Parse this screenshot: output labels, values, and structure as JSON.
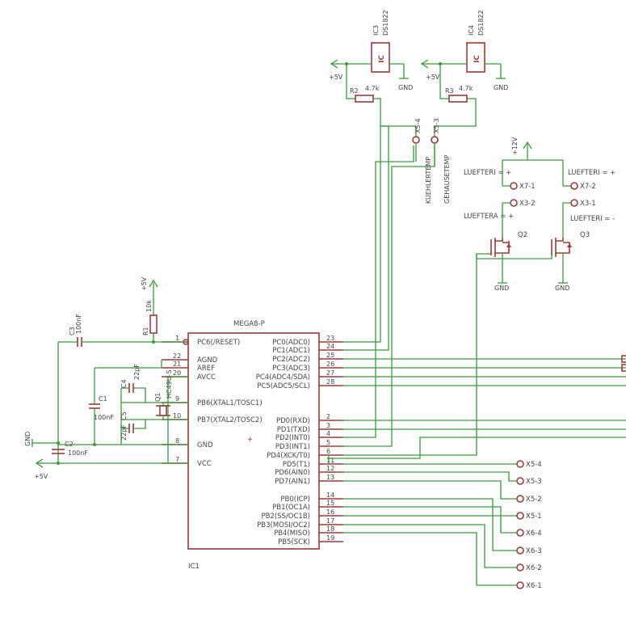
{
  "ic1": {
    "name": "IC1",
    "value": "MEGA8-P",
    "left_pins": [
      {
        "num": "1",
        "label": "PC6(/RESET)"
      },
      {
        "num": "22",
        "label": "AGND"
      },
      {
        "num": "21",
        "label": "AREF"
      },
      {
        "num": "20",
        "label": "AVCC"
      },
      {
        "num": "9",
        "label": "PB6(XTAL1/TOSC1)"
      },
      {
        "num": "10",
        "label": "PB7(XTAL2/TOSC2)"
      },
      {
        "num": "8",
        "label": "GND"
      },
      {
        "num": "7",
        "label": "VCC"
      }
    ],
    "right_pins": [
      {
        "num": "23",
        "label": "PC0(ADC0)"
      },
      {
        "num": "24",
        "label": "PC1(ADC1)"
      },
      {
        "num": "25",
        "label": "PC2(ADC2)"
      },
      {
        "num": "26",
        "label": "PC3(ADC3)"
      },
      {
        "num": "27",
        "label": "PC4(ADC4/SDA)"
      },
      {
        "num": "28",
        "label": "PC5(ADC5/SCL)"
      },
      {
        "num": "2",
        "label": "PD0(RXD)"
      },
      {
        "num": "3",
        "label": "PD1(TXD)"
      },
      {
        "num": "4",
        "label": "PD2(INT0)"
      },
      {
        "num": "5",
        "label": "PD3(INT1)"
      },
      {
        "num": "6",
        "label": "PD4(XCK/T0)"
      },
      {
        "num": "11",
        "label": "PD5(T1)"
      },
      {
        "num": "12",
        "label": "PD6(AIN0)"
      },
      {
        "num": "13",
        "label": "PD7(AIN1)"
      },
      {
        "num": "14",
        "label": "PB0(ICP)"
      },
      {
        "num": "15",
        "label": "PB1(OC1A)"
      },
      {
        "num": "16",
        "label": "PB2(SS/OC1B)"
      },
      {
        "num": "17",
        "label": "PB3(MOSI/OC2)"
      },
      {
        "num": "18",
        "label": "PB4(MISO)"
      },
      {
        "num": "19",
        "label": "PB5(SCK)"
      }
    ]
  },
  "sensors": [
    {
      "name": "IC3",
      "value": "DS1822",
      "glyph": "IC",
      "resistor": "R2",
      "rvalue": "4.7k",
      "vcc": "+5V",
      "gnd": "GND"
    },
    {
      "name": "IC4",
      "value": "DS1822",
      "glyph": "IC",
      "resistor": "R3",
      "rvalue": "4.7k",
      "vcc": "+5V",
      "gnd": "GND"
    }
  ],
  "temp_connectors": [
    {
      "name": "X5-4",
      "net": "KUEHLERTEMP"
    },
    {
      "name": "X5-3",
      "net": "GEHAUSETEMP"
    }
  ],
  "fans": {
    "supply": "+12V",
    "left": {
      "top_net": "LUEFTERI = +",
      "top_pin": "X7-1",
      "bot_pin": "X3-2",
      "bot_net": "LUEFTERA = +",
      "fet": "Q2",
      "gnd": "GND"
    },
    "right": {
      "top_net": "LUEFTERI = +",
      "top_pin": "X7-2",
      "bot_pin": "X3-1",
      "bot_net": "LUEFTERI = -",
      "fet": "Q3",
      "gnd": "GND"
    }
  },
  "passives": {
    "r1": {
      "name": "R1",
      "value": "10k",
      "supply": "+5V"
    },
    "c3": {
      "name": "C3",
      "value": "100nF"
    },
    "c1": {
      "name": "C1",
      "value": "100nF"
    },
    "c2": {
      "name": "C2",
      "value": "100nF"
    },
    "c4": {
      "name": "C4",
      "value": "22pF"
    },
    "c5": {
      "name": "C5",
      "value": "22pF"
    },
    "q1": {
      "name": "Q1",
      "value": "HC49U-S"
    },
    "gnd": "GND",
    "vcc": "+5V"
  },
  "header_pins": [
    "X5-4",
    "X5-3",
    "X5-2",
    "X5-1",
    "X6-4",
    "X6-3",
    "X6-2",
    "X6-1"
  ]
}
